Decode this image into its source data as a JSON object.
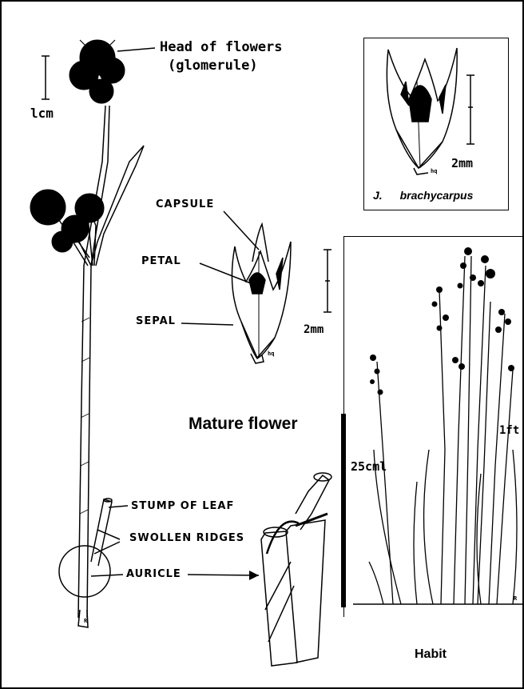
{
  "main_plant": {
    "heads_label": "Head of flowers",
    "heads_sublabel": "(glomerule)",
    "scale": "lcm"
  },
  "stem_detail": {
    "stump": "STUMP OF LEAF",
    "ridges": "SWOLLEN RIDGES",
    "auricle": "AURICLE",
    "mark": "R"
  },
  "flower": {
    "capsule": "CAPSULE",
    "petal": "PETAL",
    "sepal": "SEPAL",
    "scale": "2mm",
    "initials": "hq",
    "caption": "Mature flower"
  },
  "brachycarpus": {
    "scale": "2mm",
    "caption_genus": "J.",
    "caption_species": "brachycarpus",
    "initials": "hq"
  },
  "habit": {
    "scale_25": "25cml",
    "scale_1ft": "1ft",
    "caption": "Habit",
    "mark": "R"
  },
  "colors": {
    "ink": "#000000",
    "paper": "#ffffff"
  }
}
